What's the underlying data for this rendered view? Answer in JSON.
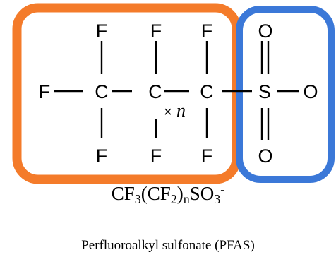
{
  "colors": {
    "perfluoroalkyl_box": "#F47B2A",
    "sulfonate_box": "#3B78D8",
    "bond": "#000000"
  },
  "atoms": {
    "carbon": "C",
    "fluorine": "F",
    "sulfur": "S",
    "oxygen": "O"
  },
  "repeat_label": {
    "times": "×",
    "n": "n"
  },
  "formula": {
    "p1": "CF",
    "s1": "3",
    "p2": "(CF",
    "s2": "2",
    "p3": ")",
    "s3": "n",
    "p4": "SO",
    "s4": "3",
    "charge": "-"
  },
  "caption": "Perfluoroalkyl sulfonate (PFAS)"
}
